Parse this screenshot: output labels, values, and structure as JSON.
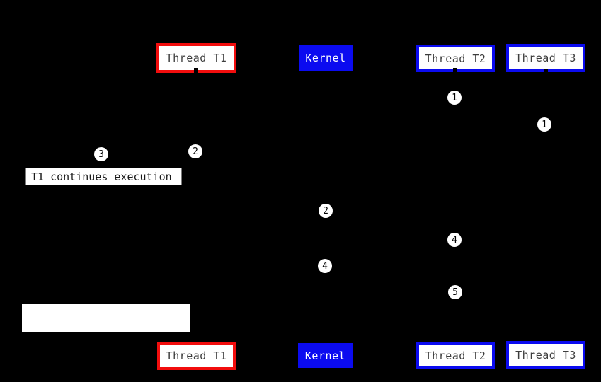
{
  "diagram": {
    "lanes": {
      "thread_t1": "Thread T1",
      "kernel": "Kernel",
      "thread_t2": "Thread T2",
      "thread_t3": "Thread T3"
    },
    "notes": {
      "t1_continues": "T1 continues execution",
      "blank": ""
    },
    "markers": [
      {
        "label": "1"
      },
      {
        "label": "1"
      },
      {
        "label": "3"
      },
      {
        "label": "2"
      },
      {
        "label": "2"
      },
      {
        "label": "4"
      },
      {
        "label": "4"
      },
      {
        "label": "5"
      }
    ]
  },
  "colors": {
    "background": "#000000",
    "accent_red": "#f20d0d",
    "accent_blue": "#0b0bf0",
    "box_fill": "#ffffff",
    "box_text": "#3d3d3d",
    "kernel_text": "#ffffff",
    "marker_fill": "#ffffff",
    "marker_text": "#000000",
    "note_border": "#7a7a7a",
    "note_text": "#1a1a1a"
  }
}
